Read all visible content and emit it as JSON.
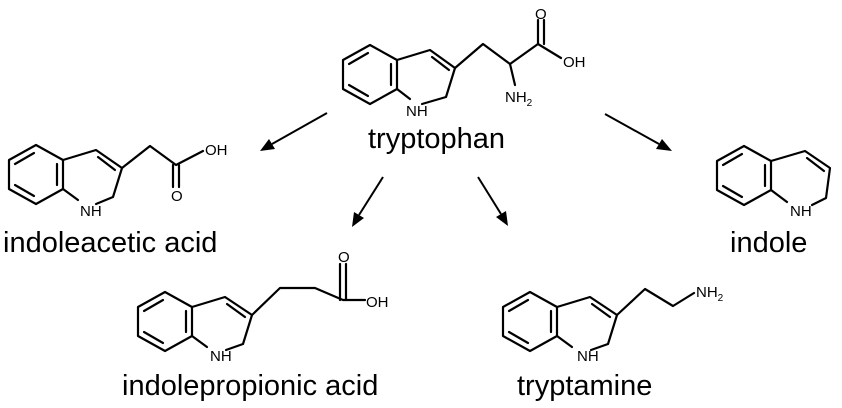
{
  "compounds": {
    "tryptophan": {
      "name": "tryptophan",
      "nh": "NH",
      "oh": "OH",
      "o": "O",
      "nh2": "NH",
      "nh2_sub": "2"
    },
    "indoleacetic_acid": {
      "name": "indoleacetic acid",
      "nh": "NH",
      "oh": "OH",
      "o": "O"
    },
    "indole": {
      "name": "indole",
      "nh": "NH"
    },
    "indolepropionic_acid": {
      "name": "indolepropionic acid",
      "nh": "NH",
      "oh": "OH",
      "o": "O"
    },
    "tryptamine": {
      "name": "tryptamine",
      "nh": "NH",
      "nh2": "NH",
      "nh2_sub": "2"
    }
  },
  "arrows": [
    {
      "from": "tryptophan",
      "to": "indoleacetic_acid"
    },
    {
      "from": "tryptophan",
      "to": "indolepropionic_acid"
    },
    {
      "from": "tryptophan",
      "to": "tryptamine"
    },
    {
      "from": "tryptophan",
      "to": "indole"
    }
  ]
}
